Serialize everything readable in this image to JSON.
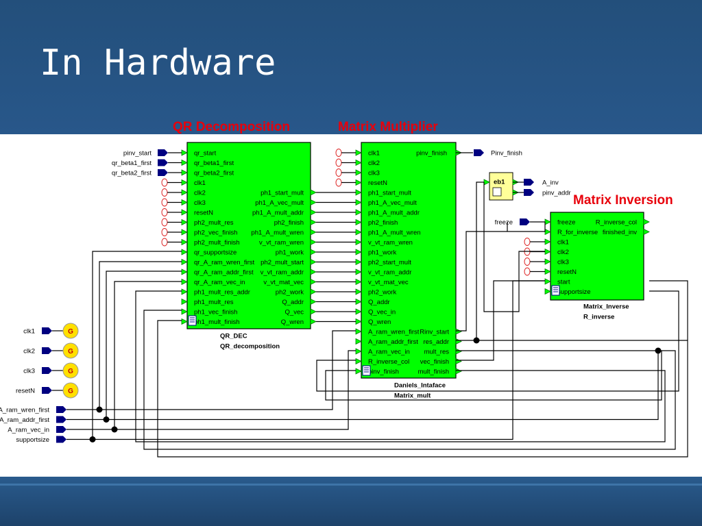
{
  "slide": {
    "title": "In Hardware",
    "labels": {
      "qr": "QR Decomposition",
      "mm": "Matrix Multiplier",
      "mi": "Matrix Inversion"
    }
  },
  "diagram": {
    "top_inputs": [
      "pinv_start",
      "qr_beta1_first",
      "qr_beta2_first"
    ],
    "clock_sources": [
      "clk1",
      "clk2",
      "clk3",
      "resetN"
    ],
    "bottom_inputs": [
      "A_ram_wren_first",
      "A_ram_addr_first",
      "A_ram_vec_in",
      "supportsize"
    ],
    "clock_glyph": "G",
    "qr_block": {
      "name": "QR_DEC",
      "instance": "QR_decomposition",
      "inputs": [
        "qr_start",
        "qr_beta1_first",
        "qr_beta2_first",
        "clk1",
        "clk2",
        "clk3",
        "resetN",
        "ph2_mult_res",
        "ph2_vec_finish",
        "ph2_mult_finish",
        "qr_supportsize",
        "qr_A_ram_wren_first",
        "qr_A_ram_addr_first",
        "qr_A_ram_vec_in",
        "ph1_mult_res_addr",
        "ph1_mult_res",
        "ph1_vec_finish",
        "ph1_mult_finish"
      ],
      "outputs": [
        "ph1_start_mult",
        "ph1_A_vec_mult",
        "ph1_A_mult_addr",
        "ph2_finish",
        "ph1_A_mult_wren",
        "v_vt_ram_wren",
        "ph1_work",
        "ph2_mult_start",
        "v_vt_ram_addr",
        "v_vt_mat_vec",
        "ph2_work",
        "Q_addr",
        "Q_vec",
        "Q_wren"
      ]
    },
    "mm_block": {
      "name": "Daniels_Intaface",
      "instance": "Matrix_mult",
      "inputs": [
        "clk1",
        "clk2",
        "clk3",
        "resetN",
        "ph1_start_mult",
        "ph1_A_vec_mult",
        "ph1_A_mult_addr",
        "ph2_finish",
        "ph1_A_mult_wren",
        "v_vt_ram_wren",
        "ph1_work",
        "ph2_start_mult",
        "v_vt_ram_addr",
        "v_vt_mat_vec",
        "ph2_work",
        "Q_addr",
        "Q_vec_in",
        "Q_wren",
        "A_ram_wren_first",
        "A_ram_addr_first",
        "A_ram_vec_in",
        "R_inverse_col",
        "pinv_finish"
      ],
      "outputs": [
        "pinv_finish",
        "Rinv_start",
        "res_addr",
        "mult_res",
        "vec_finish",
        "mult_finish"
      ]
    },
    "mi_block": {
      "name": "Matrix_Inverse",
      "instance": "R_inverse",
      "inputs": [
        "freeze",
        "R_for_inverse",
        "clk1",
        "clk2",
        "clk3",
        "resetN",
        "start",
        "supportsize"
      ],
      "outputs": [
        "R_inverse_col",
        "finished_inv"
      ]
    },
    "eb_block": {
      "name": "eb1"
    },
    "outputs": {
      "pinv_finish": "Pinv_finish",
      "a_inv": "A_inv",
      "pinv_addr": "pinv_addr",
      "freeze": "freeze"
    }
  },
  "colors": {
    "background": "#24507a",
    "block_fill": "#00ff00",
    "eb_fill": "#ffff99",
    "port_input": "#000080",
    "clock_fill": "#ffe000",
    "caption": "#e8000b",
    "wire": "#000000"
  }
}
